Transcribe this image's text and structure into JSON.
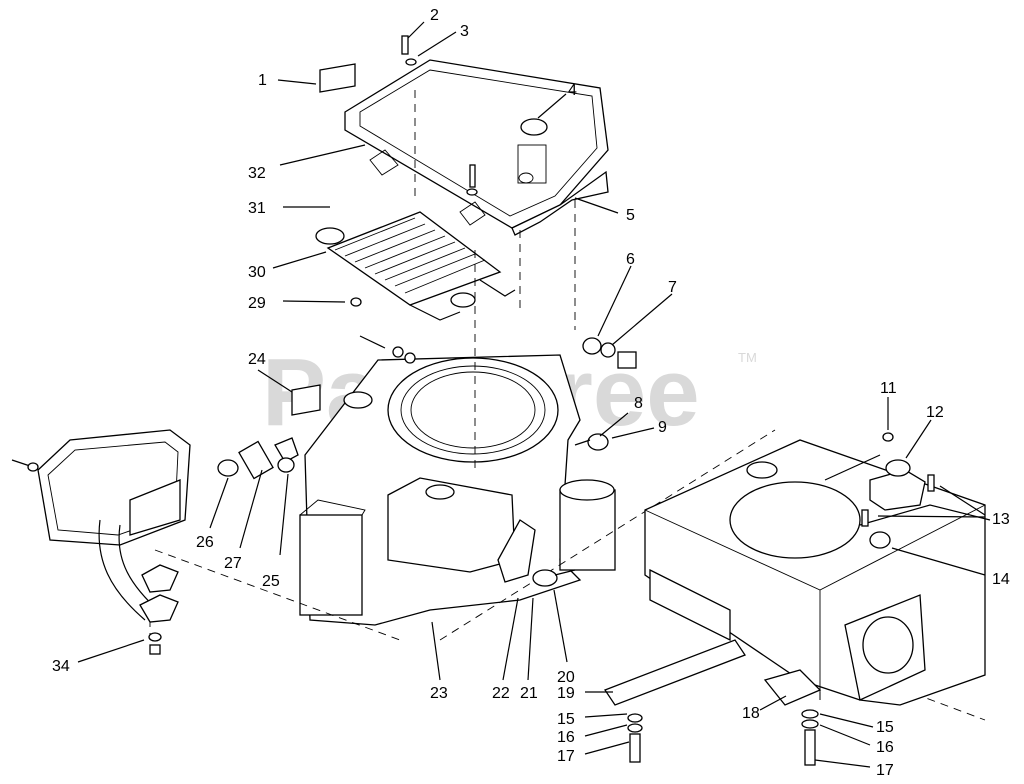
{
  "watermark": {
    "text": "PartsTree",
    "tm": "TM"
  },
  "callouts": [
    {
      "id": "c1",
      "text": "1"
    },
    {
      "id": "c2",
      "text": "2"
    },
    {
      "id": "c3",
      "text": "3"
    },
    {
      "id": "c4",
      "text": "4"
    },
    {
      "id": "c5",
      "text": "5"
    },
    {
      "id": "c6",
      "text": "6"
    },
    {
      "id": "c7",
      "text": "7"
    },
    {
      "id": "c8",
      "text": "8"
    },
    {
      "id": "c9",
      "text": "9"
    },
    {
      "id": "c11",
      "text": "11"
    },
    {
      "id": "c12",
      "text": "12"
    },
    {
      "id": "c13",
      "text": "13"
    },
    {
      "id": "c14",
      "text": "14"
    },
    {
      "id": "c15a",
      "text": "15"
    },
    {
      "id": "c15b",
      "text": "15"
    },
    {
      "id": "c16a",
      "text": "16"
    },
    {
      "id": "c16b",
      "text": "16"
    },
    {
      "id": "c17a",
      "text": "17"
    },
    {
      "id": "c17b",
      "text": "17"
    },
    {
      "id": "c18",
      "text": "18"
    },
    {
      "id": "c19",
      "text": "19"
    },
    {
      "id": "c20",
      "text": "20"
    },
    {
      "id": "c21",
      "text": "21"
    },
    {
      "id": "c22",
      "text": "22"
    },
    {
      "id": "c23",
      "text": "23"
    },
    {
      "id": "c24",
      "text": "24"
    },
    {
      "id": "c25",
      "text": "25"
    },
    {
      "id": "c26",
      "text": "26"
    },
    {
      "id": "c27",
      "text": "27"
    },
    {
      "id": "c29",
      "text": "29"
    },
    {
      "id": "c30",
      "text": "30"
    },
    {
      "id": "c31",
      "text": "31"
    },
    {
      "id": "c32",
      "text": "32"
    },
    {
      "id": "c34",
      "text": "34"
    }
  ]
}
